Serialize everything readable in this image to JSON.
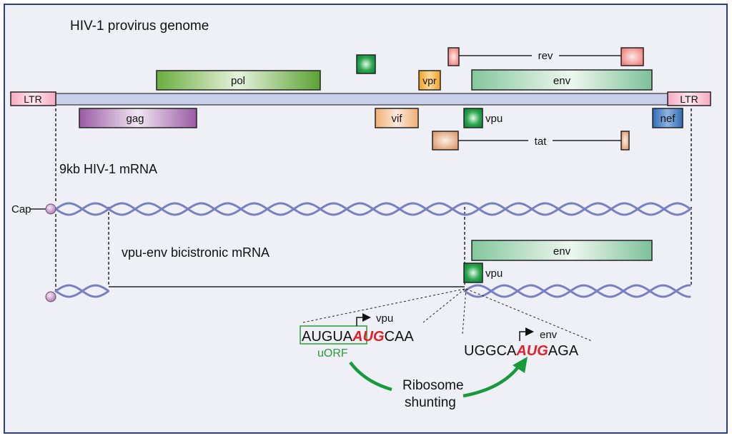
{
  "title": "HIV-1 provirus genome",
  "genome": {
    "ltr_left": "LTR",
    "ltr_right": "LTR",
    "genes": {
      "pol": "pol",
      "vpr": "vpr",
      "env": "env",
      "gag": "gag",
      "vif": "vif",
      "vpu": "vpu",
      "nef": "nef",
      "rev": "rev",
      "tat": "tat"
    }
  },
  "mrna_9kb": {
    "label": "9kb HIV-1 mRNA",
    "cap_label": "Cap"
  },
  "bicistronic": {
    "label": "vpu-env bicistronic mRNA",
    "env": "env",
    "vpu": "vpu"
  },
  "sequence_left": {
    "prefix": "AUGUA",
    "start_codon": "AUG",
    "suffix": "CAA",
    "arrow_label": "vpu",
    "box_label": "uORF"
  },
  "sequence_right": {
    "prefix": "UGGCA",
    "start_codon": "AUG",
    "suffix": "AGA",
    "arrow_label": "env"
  },
  "shunting_label": [
    "Ribosome",
    "shunting"
  ],
  "colors": {
    "border": "#2a3e86",
    "backbone": "#c8cfec",
    "ltr": "#f6b4c8",
    "pol_start": "#66aa3c",
    "env": "#7ec49a",
    "gag": "#9c5aa6",
    "vpr": "#f1a42a",
    "vif": "#f2b27a",
    "vpu": "#1e9a44",
    "nef": "#3b73b8",
    "rev": "#f08a86",
    "tat": "#e0a67c",
    "wave": "#7a7fc0",
    "start_codon": "#e0202a",
    "uorf": "#2c9a3a",
    "shunt_arrow": "#179a3c"
  }
}
